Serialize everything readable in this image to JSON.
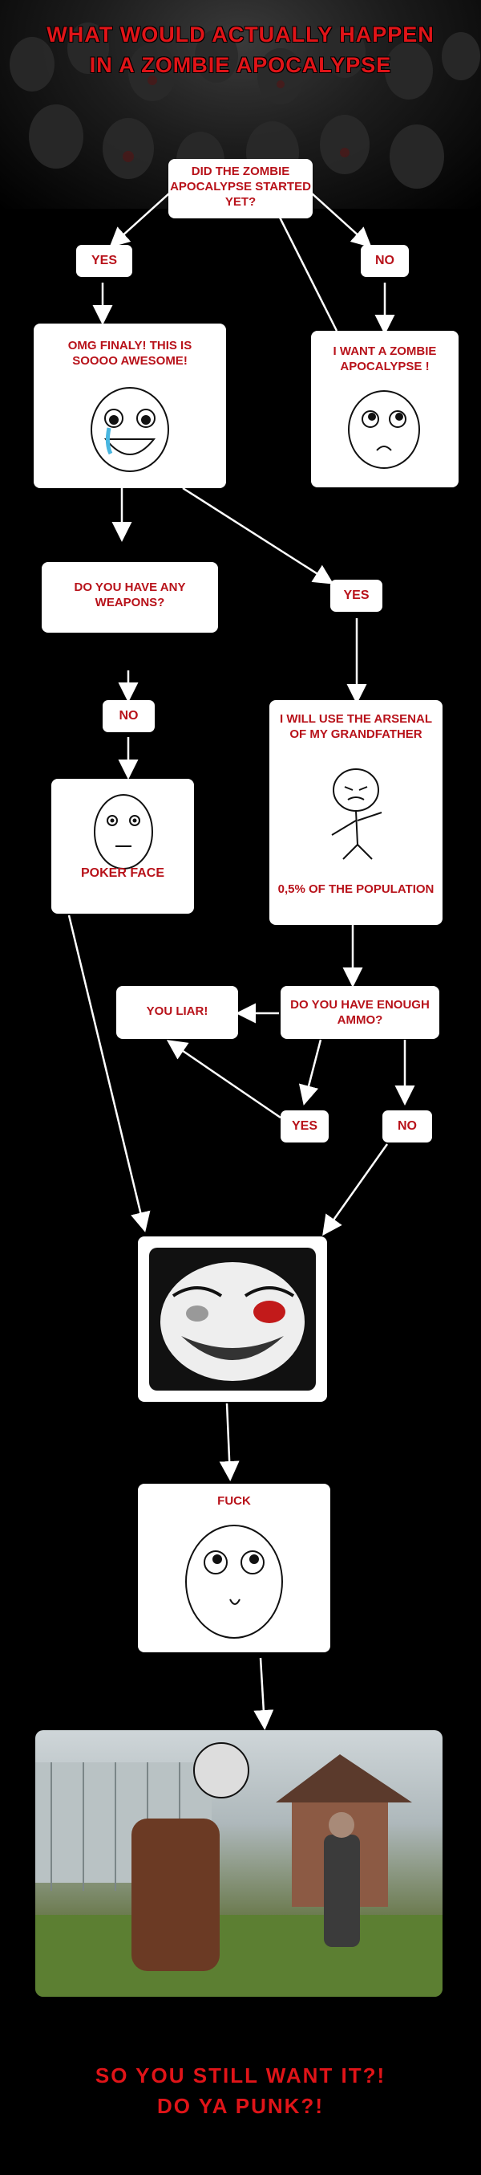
{
  "title": {
    "line1": "WHAT WOULD ACTUALLY HAPPEN",
    "line2": "IN A ZOMBIE APOCALYPSE"
  },
  "nodes": {
    "start": "DID THE ZOMBIE APOCALYPSE STARTED YET?",
    "yes1": "YES",
    "no1": "NO",
    "omg": "OMG FINALY! THIS IS SOOOO AWESOME!",
    "want": "I WANT A ZOMBIE APOCALYPSE !",
    "weapons": "DO YOU HAVE ANY WEAPONS?",
    "yes2": "YES",
    "no2": "NO",
    "arsenal_top": "I WILL USE THE ARSENAL OF MY GRANDFATHER",
    "arsenal_bottom": "0,5% OF THE POPULATION",
    "poker": "POKER FACE",
    "liar": "YOU LIAR!",
    "ammo": "DO YOU HAVE ENOUGH AMMO?",
    "yes3": "YES",
    "no3": "NO",
    "fuck": "FUCK"
  },
  "footer": {
    "line1": "SO YOU STILL WANT IT?!",
    "line2": "DO YA PUNK?!"
  },
  "colors": {
    "accent": "#e01418",
    "node_text": "#b8121a",
    "background": "#000000",
    "box": "#ffffff"
  }
}
